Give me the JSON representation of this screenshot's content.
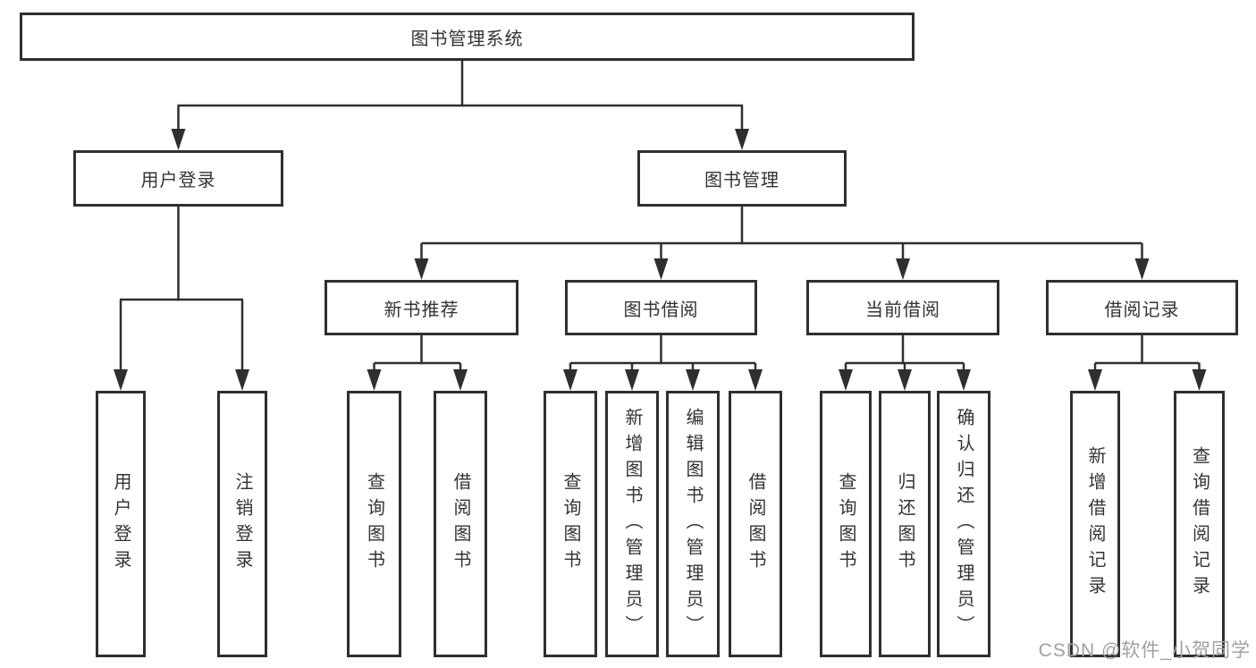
{
  "title": {
    "label": "图书管理系统"
  },
  "branches": {
    "user_login": {
      "label": "用户登录",
      "children": [
        {
          "label": "用户登录"
        },
        {
          "label": "注销登录"
        }
      ]
    },
    "book_mgmt": {
      "label": "图书管理",
      "sections": [
        {
          "label": "新书推荐",
          "children": [
            {
              "label": "查询图书"
            },
            {
              "label": "借阅图书"
            }
          ]
        },
        {
          "label": "图书借阅",
          "children": [
            {
              "label": "查询图书"
            },
            {
              "label": "新增图书（管理员）"
            },
            {
              "label": "编辑图书（管理员）"
            },
            {
              "label": "借阅图书"
            }
          ]
        },
        {
          "label": "当前借阅",
          "children": [
            {
              "label": "查询图书"
            },
            {
              "label": "归还图书"
            },
            {
              "label": "确认归还（管理员）"
            }
          ]
        },
        {
          "label": "借阅记录",
          "children": [
            {
              "label": "新增借阅记录"
            },
            {
              "label": "查询借阅记录"
            }
          ]
        }
      ]
    }
  },
  "watermark": {
    "text": "CSDN @软件_小贺同学"
  },
  "colors": {
    "line": "#2f2f2f",
    "text": "#333333",
    "background": "#ffffff",
    "watermark": "#a0a0a0"
  }
}
